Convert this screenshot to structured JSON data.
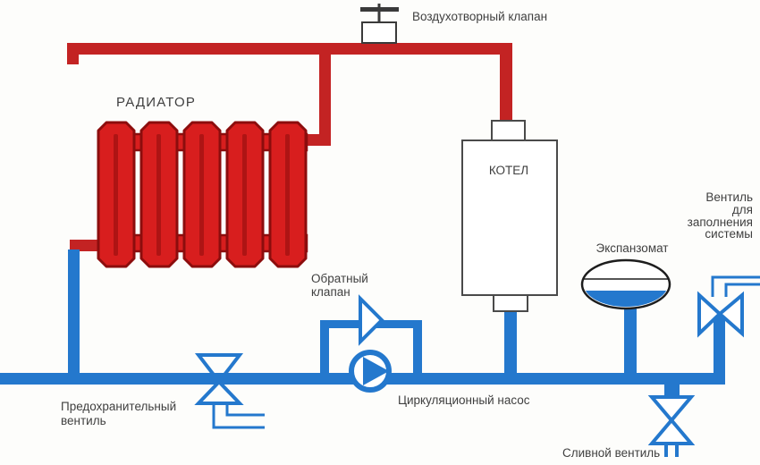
{
  "colors": {
    "hot_pipe": "#c32323",
    "hot_radiator": "#d81e1e",
    "hot_dark": "#8c0d0d",
    "cold": "#2478cd"
  },
  "labels": {
    "air_valve": "Воздухотворный клапан",
    "radiator": "РАДИАТОР",
    "boiler": "КОТЕЛ",
    "expansion_tank": "Экспанзомат",
    "fill_valve": [
      "Вентиль",
      "для",
      "заполнения",
      "системы"
    ],
    "check_valve": [
      "Обратный",
      "клапан"
    ],
    "pump": "Циркуляционный насос",
    "safety_valve": [
      "Предохранительный",
      "вентиль"
    ],
    "drain_valve": "Сливной вентиль"
  }
}
